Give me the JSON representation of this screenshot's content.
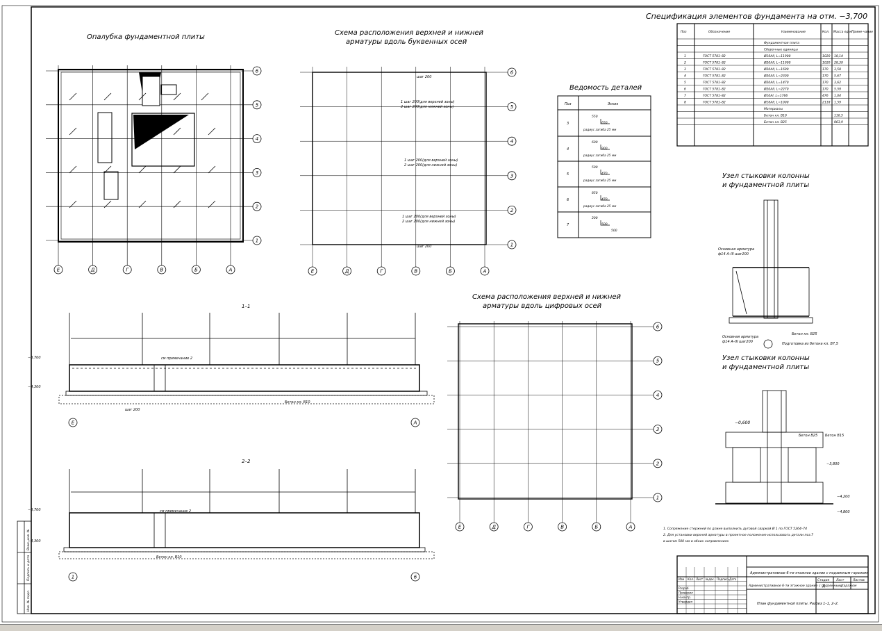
{
  "titles": {
    "formwork": "Опалубка фундаментной плиты",
    "scheme_letter_1": "Схема расположения верхней и нижней",
    "scheme_letter_2": "арматуры вдоль буквенных осей",
    "scheme_digit_1": "Схема расположения верхней и нижней",
    "scheme_digit_2": "арматуры вдоль цифровых осей",
    "spec": "Спецификация элементов фундамента на отм. −3,700",
    "details": "Ведомость деталей",
    "node1_1": "Узел стыковки колонны",
    "node1_2": "и фундаментной плиты",
    "node2_1": "Узел стыковки колонны",
    "node2_2": "и фундаментной плиты",
    "section11": "1–1",
    "section22": "2–2"
  },
  "axes": {
    "digits": [
      "6",
      "5",
      "4",
      "3",
      "2",
      "1"
    ],
    "letters": [
      "Е",
      "Д",
      "Г",
      "В",
      "Б",
      "А"
    ]
  },
  "spec_table": {
    "headers": [
      "Поз",
      "Обозначение",
      "Наименование",
      "Кол.",
      "Масса ед.кг",
      "Приме-чание"
    ],
    "section1": "Фундаментная плита",
    "section2": "Сборочные единицы",
    "rows": [
      [
        "1",
        "ГОСТ 5781–82",
        "Ø16АII, L=11900",
        "1020",
        "18,14"
      ],
      [
        "2",
        "ГОСТ 5781–82",
        "Ø20АII, L=11900",
        "1020",
        "28,39"
      ],
      [
        "3",
        "ГОСТ 5781–82",
        "Ø20АII, L=1690",
        "170",
        "3,58"
      ],
      [
        "4",
        "ГОСТ 5781–82",
        "Ø20АII, L=2300",
        "170",
        "5,67"
      ],
      [
        "5",
        "ГОСТ 5781–82",
        "Ø20АII, L=1470",
        "170",
        "3,62"
      ],
      [
        "6",
        "ГОСТ 5781–82",
        "Ø20АII, L=2270",
        "170",
        "5,59"
      ],
      [
        "7",
        "ГОСТ 5781–82",
        "Ø10АI, L=1766",
        "476",
        "1,04"
      ],
      [
        "8",
        "ГОСТ 5781–82",
        "Ø16АII, L=1000",
        "2118",
        "1,59"
      ]
    ],
    "materials": "Материалы",
    "mat_rows": [
      [
        "Бетон кл. В10",
        "116,5"
      ],
      [
        "Бетон кл. В25",
        "863,9"
      ]
    ]
  },
  "details_table": {
    "headers": [
      "Поз",
      "Эскиз"
    ],
    "rows": [
      {
        "pos": "3",
        "dims": [
          "550",
          "650"
        ],
        "note": "радиус загиба 25 мм"
      },
      {
        "pos": "4",
        "dims": [
          "600",
          "900"
        ],
        "note": "радиус загиба 25 мм"
      },
      {
        "pos": "5",
        "dims": [
          "500",
          "470"
        ],
        "note": "радиус загиба 25 мм"
      },
      {
        "pos": "6",
        "dims": [
          "850",
          "470"
        ],
        "note": "радиус загиба 25 мм"
      },
      {
        "pos": "7",
        "dims": [
          "200",
          "500",
          "500"
        ],
        "note": ""
      }
    ]
  },
  "scheme_labels": {
    "top1": "1 шаг 200(для верхней зоны)",
    "top2": "2 шаг 200(для нижней зоны)",
    "step200": "шаг 200"
  },
  "section_labels": {
    "lvl1": "−3,700",
    "lvl2": "−4,300",
    "concrete": "Бетон кл. В10",
    "weld": "см примечание 2",
    "step": "шаг 200"
  },
  "node_labels": {
    "rebar_main": "Основная арматура",
    "rebar_spec": "ф14 А–III шаг200",
    "concrete25": "Бетон кл. В25",
    "prep": "Подготовка из бетона кл. В7,5",
    "lvl_0600": "−0,600",
    "lvl_3800": "−3,800",
    "lvl_4200": "−4,200",
    "lvl_4800": "−4,800",
    "b15": "Бетон В15",
    "b25": "Бетон В25"
  },
  "notes": [
    "1. Сопряжение стержней по длине выполнить дуговой сваркой Ø 1 по ГОСТ 5264–74",
    "2. Для установки верхней арматуры в проектное положение использовать детали поз.7",
    "в шагом 500 мм в обоих направлениях"
  ],
  "stamp": {
    "project": "Административное 6-ти этажное здание с подземным гаражом",
    "building": "Административное 6-ти этажное здание с подземным гаражом",
    "sheet_title": "План фундаментной плиты. Разрез 1–1, 2–2.",
    "stage_h": "Стадия",
    "sheet_h": "Лист",
    "sheets_h": "Листов",
    "stage": "Д",
    "sheet": "4",
    "cols": [
      "Изм",
      "Кол.",
      "Лист",
      "№док.",
      "Подпись",
      "Дата"
    ],
    "roles": [
      "Разраб.",
      "Проверил",
      "Н.контр.",
      "Утвердил"
    ]
  },
  "side_stamp": [
    "Инв. № подл.",
    "Подпись и дата",
    "Взам. инв. №"
  ]
}
